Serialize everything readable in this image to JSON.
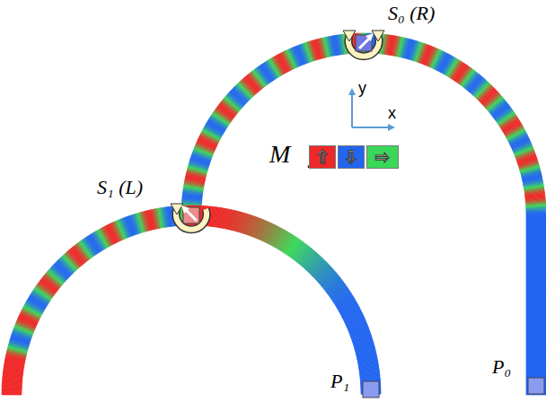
{
  "diagram": {
    "labels": [
      "S₀ (R)",
      "y",
      "x",
      "S₁ (L)",
      "P₀",
      "P₁",
      "M⃗y"
    ],
    "legend": [
      {
        "text": "⇧",
        "color": "#f02828"
      },
      {
        "text": "⇩",
        "color": "#2266f0"
      },
      {
        "text": "⇨",
        "color": "#3ad858"
      }
    ]
  }
}
